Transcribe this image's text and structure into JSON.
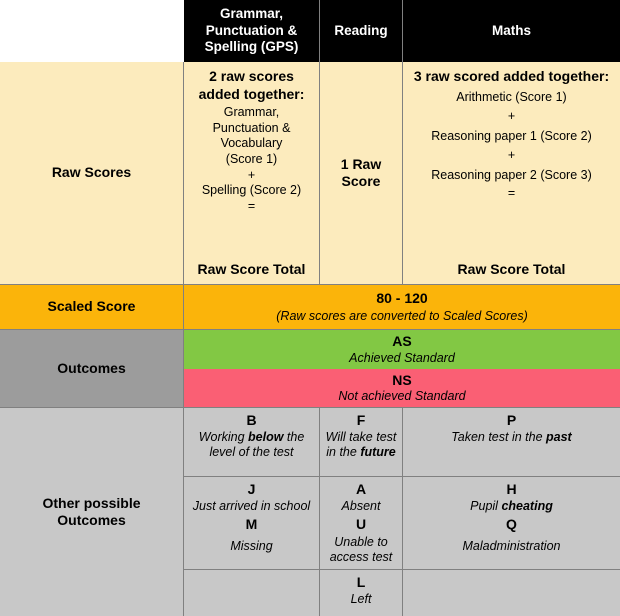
{
  "colors": {
    "header_bg": "#000000",
    "header_text": "#FFFFFF",
    "raw_scores_bg": "#FCEBBD",
    "scaled_score_bg": "#FBB40A",
    "outcomes_label_bg": "#9C9C9C",
    "achieved_bg": "#82C844",
    "not_achieved_bg": "#FA5F74",
    "other_outcomes_bg": "#C8C8C8",
    "grid_line": "#808080"
  },
  "header": {
    "corner": "",
    "columns": [
      {
        "label": "Grammar, Punctuation & Spelling (GPS)"
      },
      {
        "label": "Reading"
      },
      {
        "label": "Maths"
      }
    ]
  },
  "raw_scores": {
    "label": "Raw Scores",
    "gps": {
      "heading_line1": "2 raw scores",
      "heading_line2": "added together:",
      "lines": [
        "Grammar,",
        "Punctuation &",
        "Vocabulary",
        "(Score 1)",
        "+",
        "Spelling (Score 2)",
        "="
      ],
      "total": "Raw Score Total"
    },
    "reading": {
      "line1": "1 Raw",
      "line2": "Score"
    },
    "maths": {
      "heading": "3 raw scored added together:",
      "lines": [
        "Arithmetic (Score 1)",
        "+",
        "Reasoning paper 1 (Score 2)",
        "+",
        "Reasoning paper 2 (Score 3)",
        "="
      ],
      "total": "Raw Score Total"
    }
  },
  "scaled_score": {
    "label": "Scaled Score",
    "range": "80 - 120",
    "note": "(Raw scores are converted to Scaled Scores)"
  },
  "outcomes": {
    "label": "Outcomes",
    "rows": [
      {
        "code": "AS",
        "description": "Achieved Standard"
      },
      {
        "code": "NS",
        "description": "Not achieved Standard"
      }
    ]
  },
  "other_outcomes": {
    "label_line1": "Other possible",
    "label_line2": "Outcomes",
    "block1": {
      "gps": {
        "code": "B",
        "desc_pre": "Working ",
        "desc_bold": "below",
        "desc_post": " the level of the test"
      },
      "reading": {
        "code": "F",
        "desc_pre": "Will take test in the ",
        "desc_bold": "future",
        "desc_post": ""
      },
      "maths": {
        "code": "P",
        "desc_pre": "Taken test in the ",
        "desc_bold": "past",
        "desc_post": ""
      }
    },
    "block2": {
      "gps": {
        "code": "J",
        "desc": "Just arrived in school"
      },
      "reading": {
        "code": "A",
        "desc": "Absent"
      },
      "maths": {
        "code": "H",
        "desc_pre": "Pupil ",
        "desc_bold": "cheating",
        "desc_post": ""
      }
    },
    "block3": {
      "gps": {
        "code": "M",
        "desc": "Missing"
      },
      "reading": {
        "code": "U",
        "desc": "Unable to access test"
      },
      "maths": {
        "code": "Q",
        "desc": "Maladministration"
      }
    },
    "block4": {
      "reading": {
        "code": "L",
        "desc": "Left"
      }
    }
  }
}
